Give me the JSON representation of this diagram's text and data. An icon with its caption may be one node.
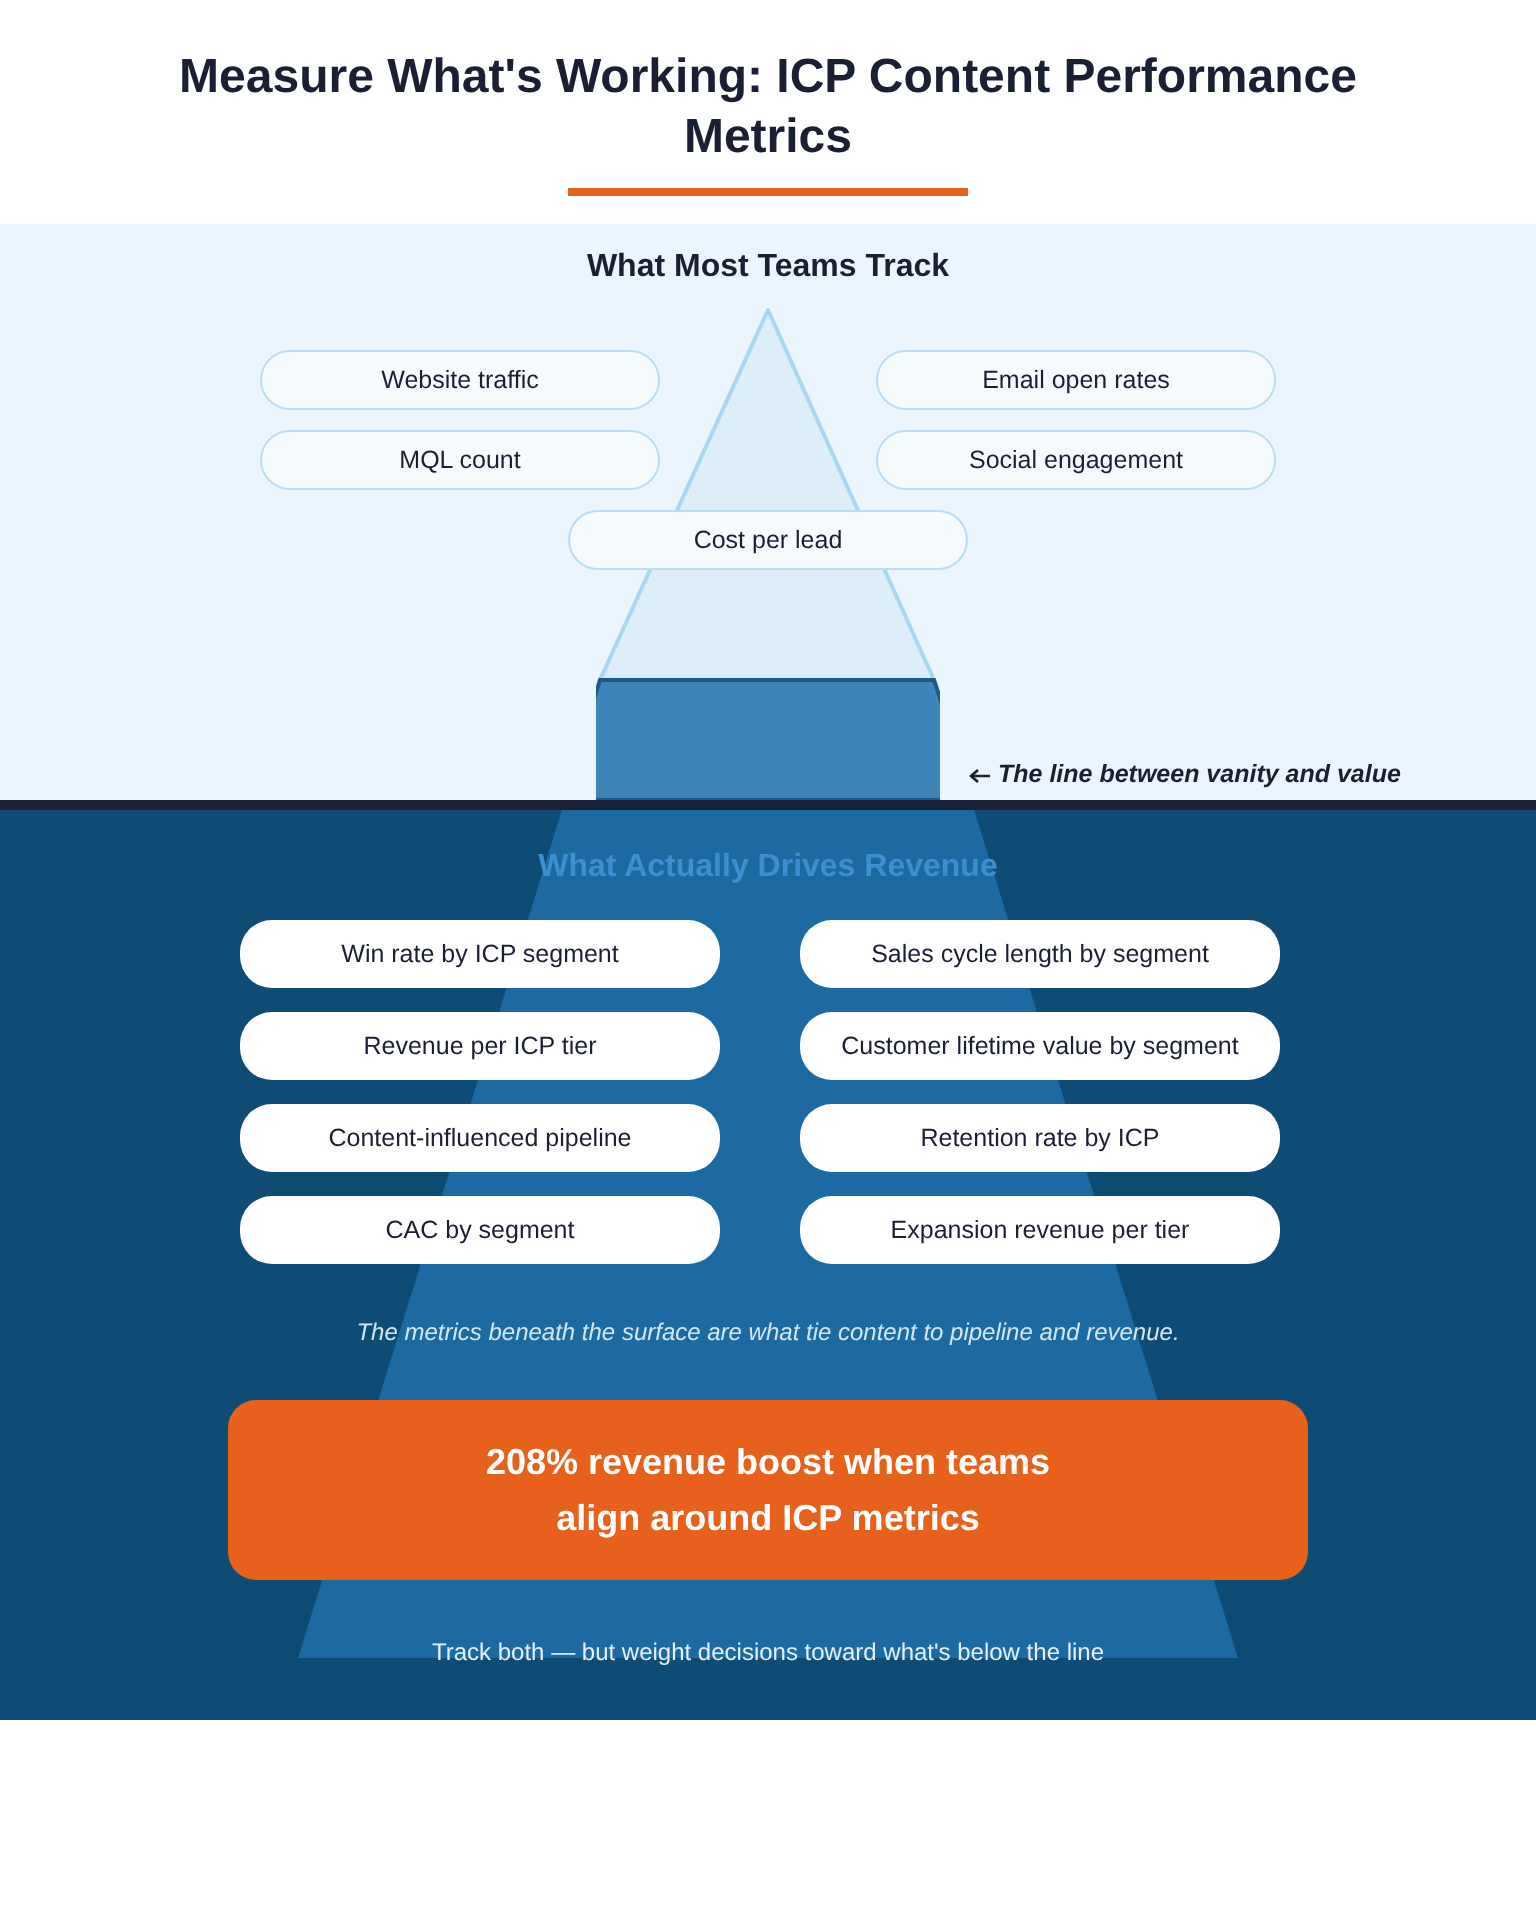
{
  "diagram": {
    "title": "Measure What's Working: ICP Content Performance Metrics",
    "nodes": [
      {
        "text": [
          "What Most Teams Track"
        ]
      },
      {
        "text": [
          "Website traffic"
        ],
        "in": 0
      },
      {
        "text": [
          "Email open rates"
        ],
        "in": 0
      },
      {
        "text": [
          "MQL count"
        ],
        "in": 0
      },
      {
        "text": [
          "Social engagement"
        ],
        "in": 0
      },
      {
        "text": [
          "Cost per lead"
        ],
        "in": 0
      },
      {
        "text": [
          "What Actually Drives Revenue"
        ]
      },
      {
        "text": [
          "Win rate by ICP segment"
        ],
        "in": 6
      },
      {
        "text": [
          "Sales cycle length by segment"
        ],
        "in": 6
      },
      {
        "text": [
          "Revenue per ICP tier"
        ],
        "in": 6
      },
      {
        "text": [
          "Customer lifetime value by segment"
        ],
        "in": 6
      },
      {
        "text": [
          "Content-influenced pipeline"
        ],
        "in": 6
      },
      {
        "text": [
          "Retention rate by ICP"
        ],
        "in": 6
      },
      {
        "text": [
          "CAC by segment"
        ],
        "in": 6
      },
      {
        "text": [
          "Expansion revenue per tier"
        ],
        "in": 6
      },
      {
        "text": [
          "208% revenue boost when teams align around ICP metrics"
        ],
        "in": 6
      }
    ],
    "labels": [
      "The line between vanity and value",
      "The metrics beneath the surface are what tie content to pipeline and revenue.",
      "Track both — but weight decisions toward what's below the line"
    ]
  }
}
